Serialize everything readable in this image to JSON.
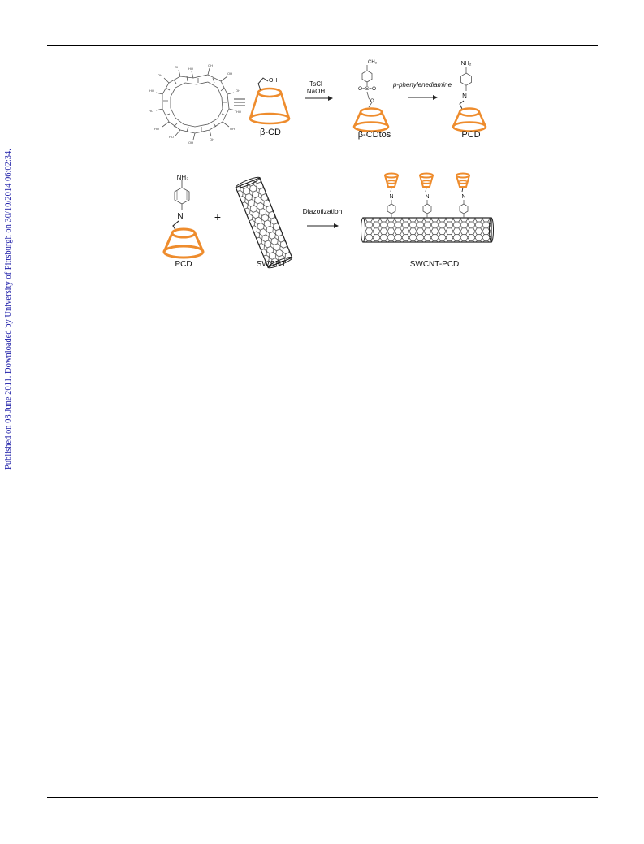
{
  "sidebar_text": "Published on 08 June 2011. Downloaded by University of Pittsburgh on 30/10/2014 06:02:34.",
  "scheme": {
    "row1": {
      "oh_label": "OH",
      "bcd_label": "β-CD",
      "reagent1": "TsCl",
      "reagent2": "NaOH",
      "tos_methyl": "CH₃",
      "tos_sulfonyl": "O=S=O",
      "tos_o": "O",
      "bcdtos_label": "β-CDtos",
      "amine_reagent": "p-phenylenediamine",
      "pcd_nh2": "NH₂",
      "pcd_n": "N",
      "pcd_label": "PCD"
    },
    "row2": {
      "pcd_nh2": "NH₂",
      "pcd_n": "N",
      "pcd_label": "PCD",
      "plus": "+",
      "swcnt_label": "SWCNT",
      "reaction": "Diazotization",
      "product_n": "N",
      "product_label": "SWCNT-PCD"
    }
  },
  "colors": {
    "cd_orange": "#ee8c2d",
    "sidebar_blue": "#1a1aa6"
  }
}
